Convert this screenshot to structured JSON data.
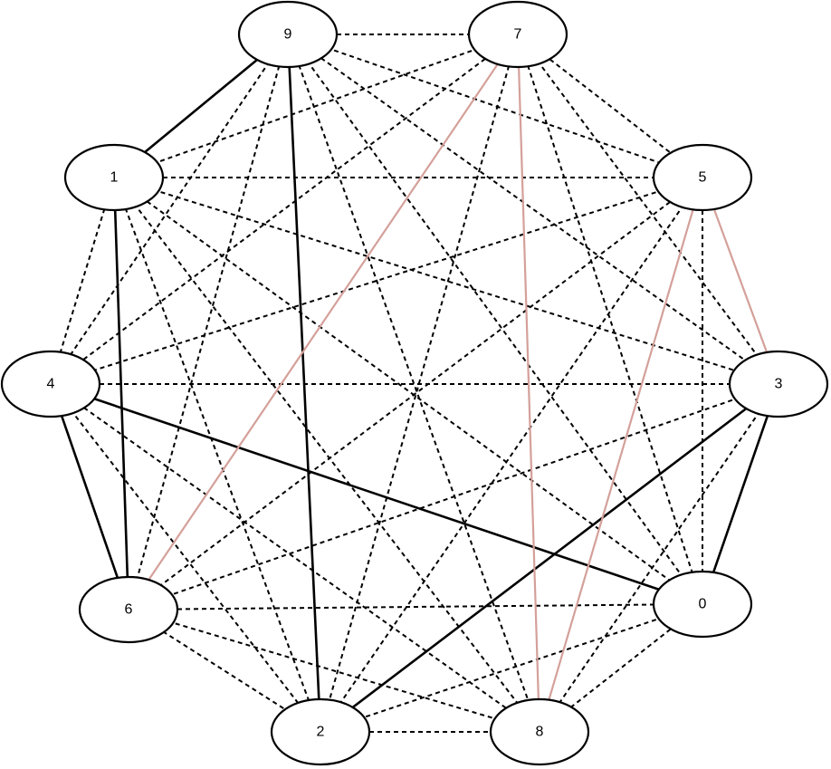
{
  "graph": {
    "nodes": [
      {
        "id": "9",
        "label": "9"
      },
      {
        "id": "7",
        "label": "7"
      },
      {
        "id": "1",
        "label": "1"
      },
      {
        "id": "5",
        "label": "5"
      },
      {
        "id": "4",
        "label": "4"
      },
      {
        "id": "3",
        "label": "3"
      },
      {
        "id": "6",
        "label": "6"
      },
      {
        "id": "0",
        "label": "0"
      },
      {
        "id": "2",
        "label": "2"
      },
      {
        "id": "8",
        "label": "8"
      }
    ],
    "edge_styles": {
      "solid": {
        "color": "#000000",
        "dash": ""
      },
      "dashed": {
        "color": "#000000",
        "dash": "5,4"
      },
      "highlight": {
        "color": "#d4a09a",
        "dash": ""
      }
    },
    "edges": [
      {
        "source": "9",
        "target": "1",
        "style": "solid"
      },
      {
        "source": "9",
        "target": "2",
        "style": "solid"
      },
      {
        "source": "1",
        "target": "6",
        "style": "solid"
      },
      {
        "source": "4",
        "target": "6",
        "style": "solid"
      },
      {
        "source": "4",
        "target": "0",
        "style": "solid"
      },
      {
        "source": "3",
        "target": "0",
        "style": "solid"
      },
      {
        "source": "3",
        "target": "2",
        "style": "solid"
      },
      {
        "source": "7",
        "target": "6",
        "style": "highlight"
      },
      {
        "source": "7",
        "target": "8",
        "style": "highlight"
      },
      {
        "source": "5",
        "target": "8",
        "style": "highlight"
      },
      {
        "source": "5",
        "target": "3",
        "style": "highlight"
      },
      {
        "source": "9",
        "target": "7",
        "style": "dashed"
      },
      {
        "source": "9",
        "target": "5",
        "style": "dashed"
      },
      {
        "source": "9",
        "target": "3",
        "style": "dashed"
      },
      {
        "source": "9",
        "target": "4",
        "style": "dashed"
      },
      {
        "source": "9",
        "target": "6",
        "style": "dashed"
      },
      {
        "source": "9",
        "target": "0",
        "style": "dashed"
      },
      {
        "source": "9",
        "target": "8",
        "style": "dashed"
      },
      {
        "source": "7",
        "target": "1",
        "style": "dashed"
      },
      {
        "source": "7",
        "target": "5",
        "style": "dashed"
      },
      {
        "source": "7",
        "target": "4",
        "style": "dashed"
      },
      {
        "source": "7",
        "target": "3",
        "style": "dashed"
      },
      {
        "source": "7",
        "target": "0",
        "style": "dashed"
      },
      {
        "source": "7",
        "target": "2",
        "style": "dashed"
      },
      {
        "source": "1",
        "target": "5",
        "style": "dashed"
      },
      {
        "source": "1",
        "target": "4",
        "style": "dashed"
      },
      {
        "source": "1",
        "target": "3",
        "style": "dashed"
      },
      {
        "source": "1",
        "target": "0",
        "style": "dashed"
      },
      {
        "source": "1",
        "target": "2",
        "style": "dashed"
      },
      {
        "source": "1",
        "target": "8",
        "style": "dashed"
      },
      {
        "source": "5",
        "target": "4",
        "style": "dashed"
      },
      {
        "source": "5",
        "target": "6",
        "style": "dashed"
      },
      {
        "source": "5",
        "target": "0",
        "style": "dashed"
      },
      {
        "source": "5",
        "target": "2",
        "style": "dashed"
      },
      {
        "source": "4",
        "target": "3",
        "style": "dashed"
      },
      {
        "source": "4",
        "target": "2",
        "style": "dashed"
      },
      {
        "source": "4",
        "target": "8",
        "style": "dashed"
      },
      {
        "source": "3",
        "target": "6",
        "style": "dashed"
      },
      {
        "source": "3",
        "target": "8",
        "style": "dashed"
      },
      {
        "source": "6",
        "target": "0",
        "style": "dashed"
      },
      {
        "source": "6",
        "target": "2",
        "style": "dashed"
      },
      {
        "source": "6",
        "target": "8",
        "style": "dashed"
      },
      {
        "source": "0",
        "target": "2",
        "style": "dashed"
      },
      {
        "source": "0",
        "target": "8",
        "style": "dashed"
      },
      {
        "source": "2",
        "target": "8",
        "style": "dashed"
      }
    ]
  }
}
